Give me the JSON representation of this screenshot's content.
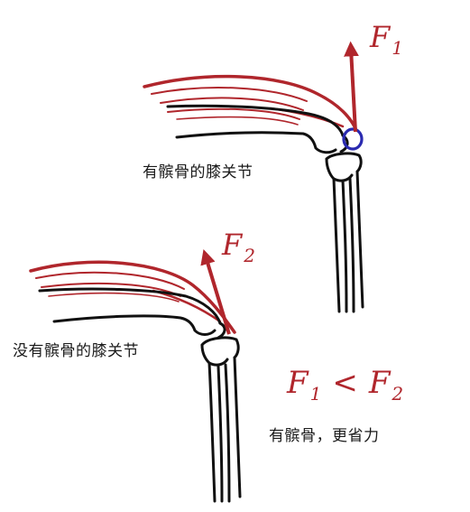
{
  "top_diagram": {
    "force_label": "F",
    "force_subscript": "1",
    "caption": "有髌骨的膝关节"
  },
  "bottom_diagram": {
    "force_label": "F",
    "force_subscript": "2",
    "caption": "没有髌骨的膝关节"
  },
  "comparison": {
    "left": "F",
    "left_sub": "1",
    "operator": "<",
    "right": "F",
    "right_sub": "2"
  },
  "conclusion": "有髌骨，更省力",
  "colors": {
    "muscle_red": "#b0262c",
    "patella_blue": "#2a2ab0",
    "ink": "#111111"
  }
}
